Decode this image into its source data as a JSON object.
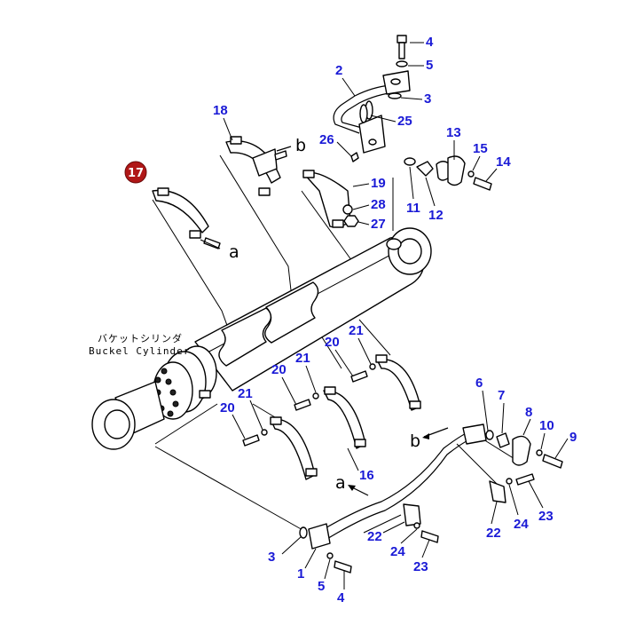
{
  "caption": {
    "jp": "バケットシリンダ",
    "en": "Buckel Cylinder"
  },
  "highlight": {
    "label": "17",
    "color": "#b01717"
  },
  "label_color": "#1a1ad6",
  "callouts": [
    "1",
    "2",
    "3",
    "4",
    "5",
    "6",
    "7",
    "8",
    "9",
    "10",
    "11",
    "12",
    "13",
    "14",
    "15",
    "16",
    "18",
    "19",
    "20",
    "21",
    "22",
    "23",
    "24",
    "25",
    "26",
    "27",
    "28"
  ],
  "refs": {
    "a": "a",
    "b": "b"
  }
}
